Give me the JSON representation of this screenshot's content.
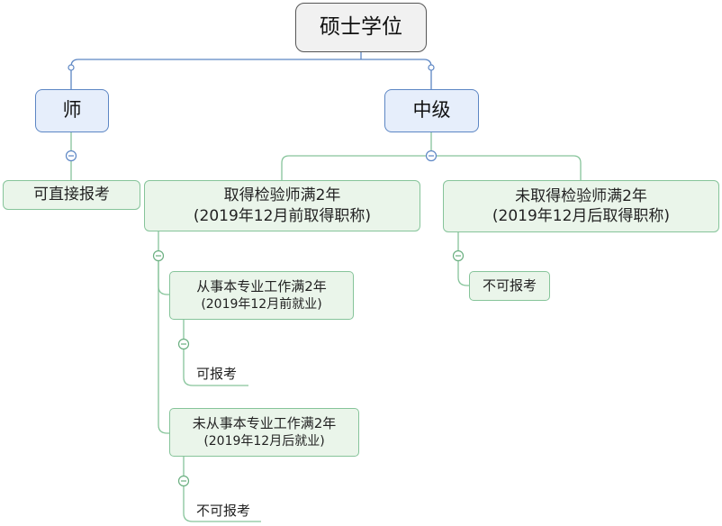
{
  "root": {
    "label": "硕士学位"
  },
  "branches": [
    {
      "label": "师",
      "children": [
        {
          "label": "可直接报考"
        }
      ]
    },
    {
      "label": "中级",
      "children": [
        {
          "line1": "取得检验师满2年",
          "line2": "(2019年12月前取得职称)",
          "children": [
            {
              "line1": "从事本专业工作满2年",
              "line2": "(2019年12月前就业)",
              "result": "可报考"
            },
            {
              "line1": "未从事本专业工作满2年",
              "line2": "(2019年12月后就业)",
              "result": "不可报考"
            }
          ]
        },
        {
          "line1": "未取得检验师满2年",
          "line2": "(2019年12月后取得职称)",
          "result": "不可报考"
        }
      ]
    }
  ],
  "colors": {
    "root_border": "#555555",
    "branch_border": "#5c86c4",
    "branch_fill": "#e6eefb",
    "node_border": "#86c49a",
    "node_fill": "#eaf5ea"
  },
  "icons": {
    "collapse": "minus-circle-icon",
    "anchor": "dot-icon"
  }
}
